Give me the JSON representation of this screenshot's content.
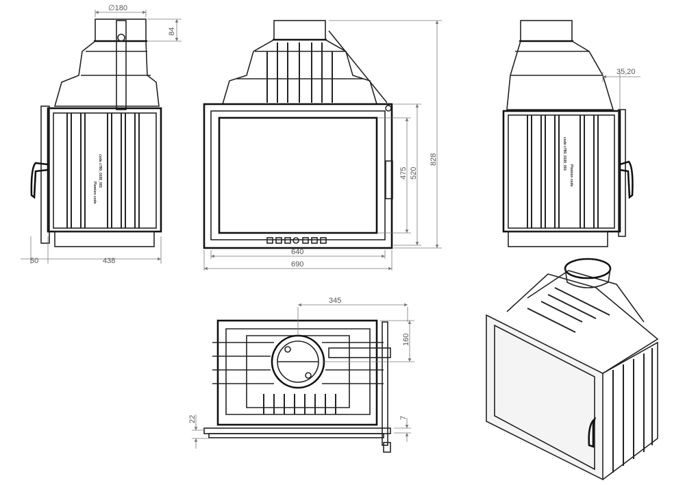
{
  "drawing": {
    "side_left": {
      "dims": {
        "flue_diameter": "∅180",
        "flue_height": "84",
        "offset": "50",
        "depth": "438"
      },
      "code_labels": [
        "Plomien code",
        "code c780_0105_001"
      ]
    },
    "front": {
      "dims": {
        "glass_width": "640",
        "total_width": "690",
        "glass_height": "475",
        "door_height": "520",
        "total_height": "828"
      }
    },
    "side_right": {
      "dims": {
        "offset": "35,20"
      },
      "code_labels": [
        "code c780_0105_001",
        "Plomien code"
      ]
    },
    "top": {
      "dims": {
        "flue_x": "345",
        "flue_y": "160",
        "base": "22",
        "step": "7"
      }
    }
  }
}
